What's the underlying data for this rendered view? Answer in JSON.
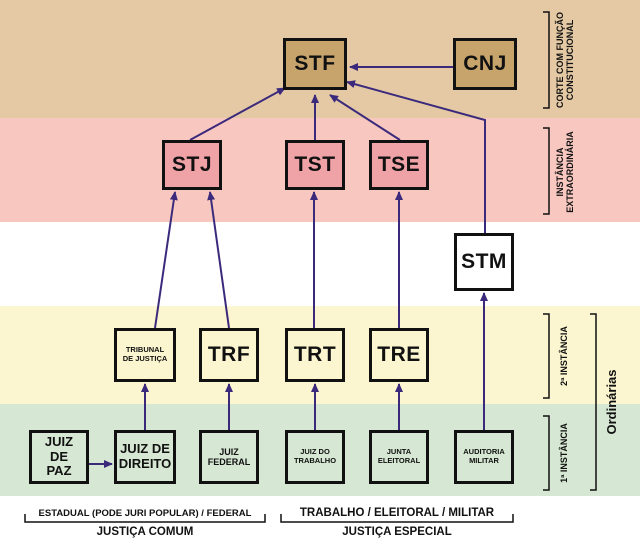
{
  "colors": {
    "band_supreme": "#e4c9a4",
    "band_extra": "#f8c8c0",
    "band_military": "#ffffff",
    "band_second": "#fbf6cf",
    "band_first": "#d6e8d3",
    "box_stf": "#c6a46c",
    "box_superior": "#f0a3a6",
    "box_stm": "#ffffff",
    "box_lower": "#fbf6cf",
    "box_first": "#d6e8d3",
    "arrow": "#3b2a7c"
  },
  "boxes": {
    "stf": "STF",
    "cnj": "CNJ",
    "stj": "STJ",
    "tst": "TST",
    "tse": "TSE",
    "stm": "STM",
    "tj": "TRIBUNAL DE JUSTIÇA",
    "trf": "TRF",
    "trt": "TRT",
    "tre": "TRE",
    "juiz_paz": "JUIZ DE PAZ",
    "juiz_direito": "JUIZ DE DIREITO",
    "juiz_federal": "JUIZ FEDERAL",
    "juiz_trabalho": "JUIZ DO TRABALHO",
    "junta_eleitoral": "JUNTA ELEITORAL",
    "auditoria_militar": "AUDITORIA MILITAR"
  },
  "side_labels": {
    "corte": "CORTE COM FUNÇÃO CONSTITUCIONAL",
    "extra": "INSTÂNCIA EXTRAORDINÁRIA",
    "segunda": "2ª INSTÂNCIA",
    "primeira": "1ª INSTÂNCIA",
    "ordinarias": "Ordinárias"
  },
  "bottom": {
    "comum_sub": "ESTADUAL (PODE JURI POPULAR) / FEDERAL",
    "comum_title": "JUSTIÇA COMUM",
    "especial_sub": "TRABALHO / ELEITORAL / MILITAR",
    "especial_title": "JUSTIÇA ESPECIAL"
  }
}
